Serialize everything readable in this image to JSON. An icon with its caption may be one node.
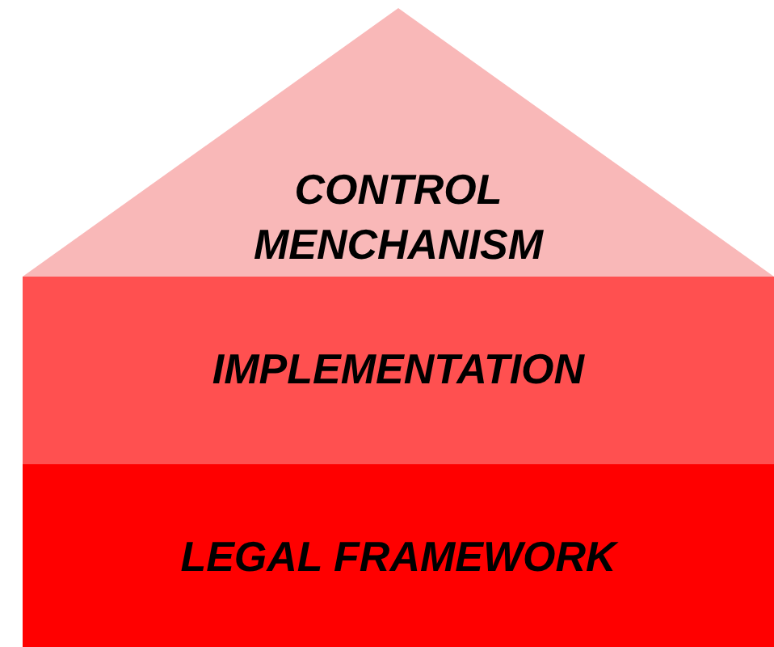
{
  "diagram": {
    "nodes": [
      {
        "text": [
          "CONTROL MENCHANISM"
        ]
      },
      {
        "text": [
          "IMPLEMENTATION"
        ]
      },
      {
        "text": [
          "LEGAL FRAMEWORK"
        ]
      }
    ]
  }
}
